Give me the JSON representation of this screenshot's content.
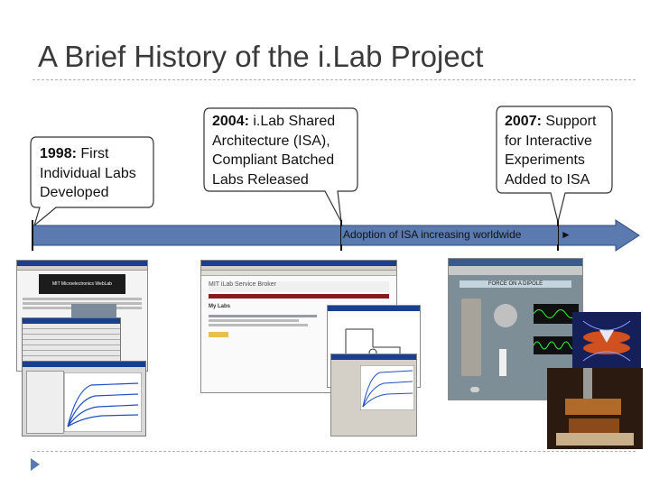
{
  "slide": {
    "title": "A Brief History of the i.Lab Project"
  },
  "callouts": [
    {
      "year": "1998:",
      "line1": "First",
      "line2": "Individual Labs",
      "line3": "Developed"
    },
    {
      "year": "2004:",
      "line1": "i.Lab Shared",
      "line2": "Architecture (ISA),",
      "line3": "Compliant Batched",
      "line4": "Labs Released"
    },
    {
      "year": "2007:",
      "line1": "Support",
      "line2": "for Interactive",
      "line3": "Experiments",
      "line4": "Added to ISA"
    }
  ],
  "timeline": {
    "adoption_label": "Adoption of ISA increasing worldwide",
    "arrow_glyph": "►"
  },
  "screenshots": {
    "web_lab_text": "MIT Microelectronics WebLab",
    "service_broker_text": "MIT iLab Service Broker",
    "my_labs_text": "My Labs",
    "dipole_text": "FORCE ON A DIPOLE"
  },
  "colors": {
    "timeline_fill": "#5b7bb0",
    "timeline_stroke": "#2d4a7a",
    "bullet": "#5b7bb0"
  }
}
